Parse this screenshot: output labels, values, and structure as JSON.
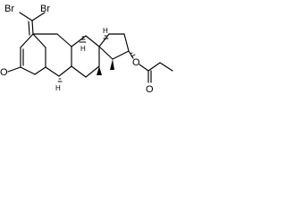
{
  "labels": {
    "br1": "Br",
    "br2": "Br",
    "o_ketone": "O",
    "o_ester_1": "O",
    "o_ester_2": "O",
    "h_1": "H",
    "h_2": "H",
    "h_3": "H"
  }
}
